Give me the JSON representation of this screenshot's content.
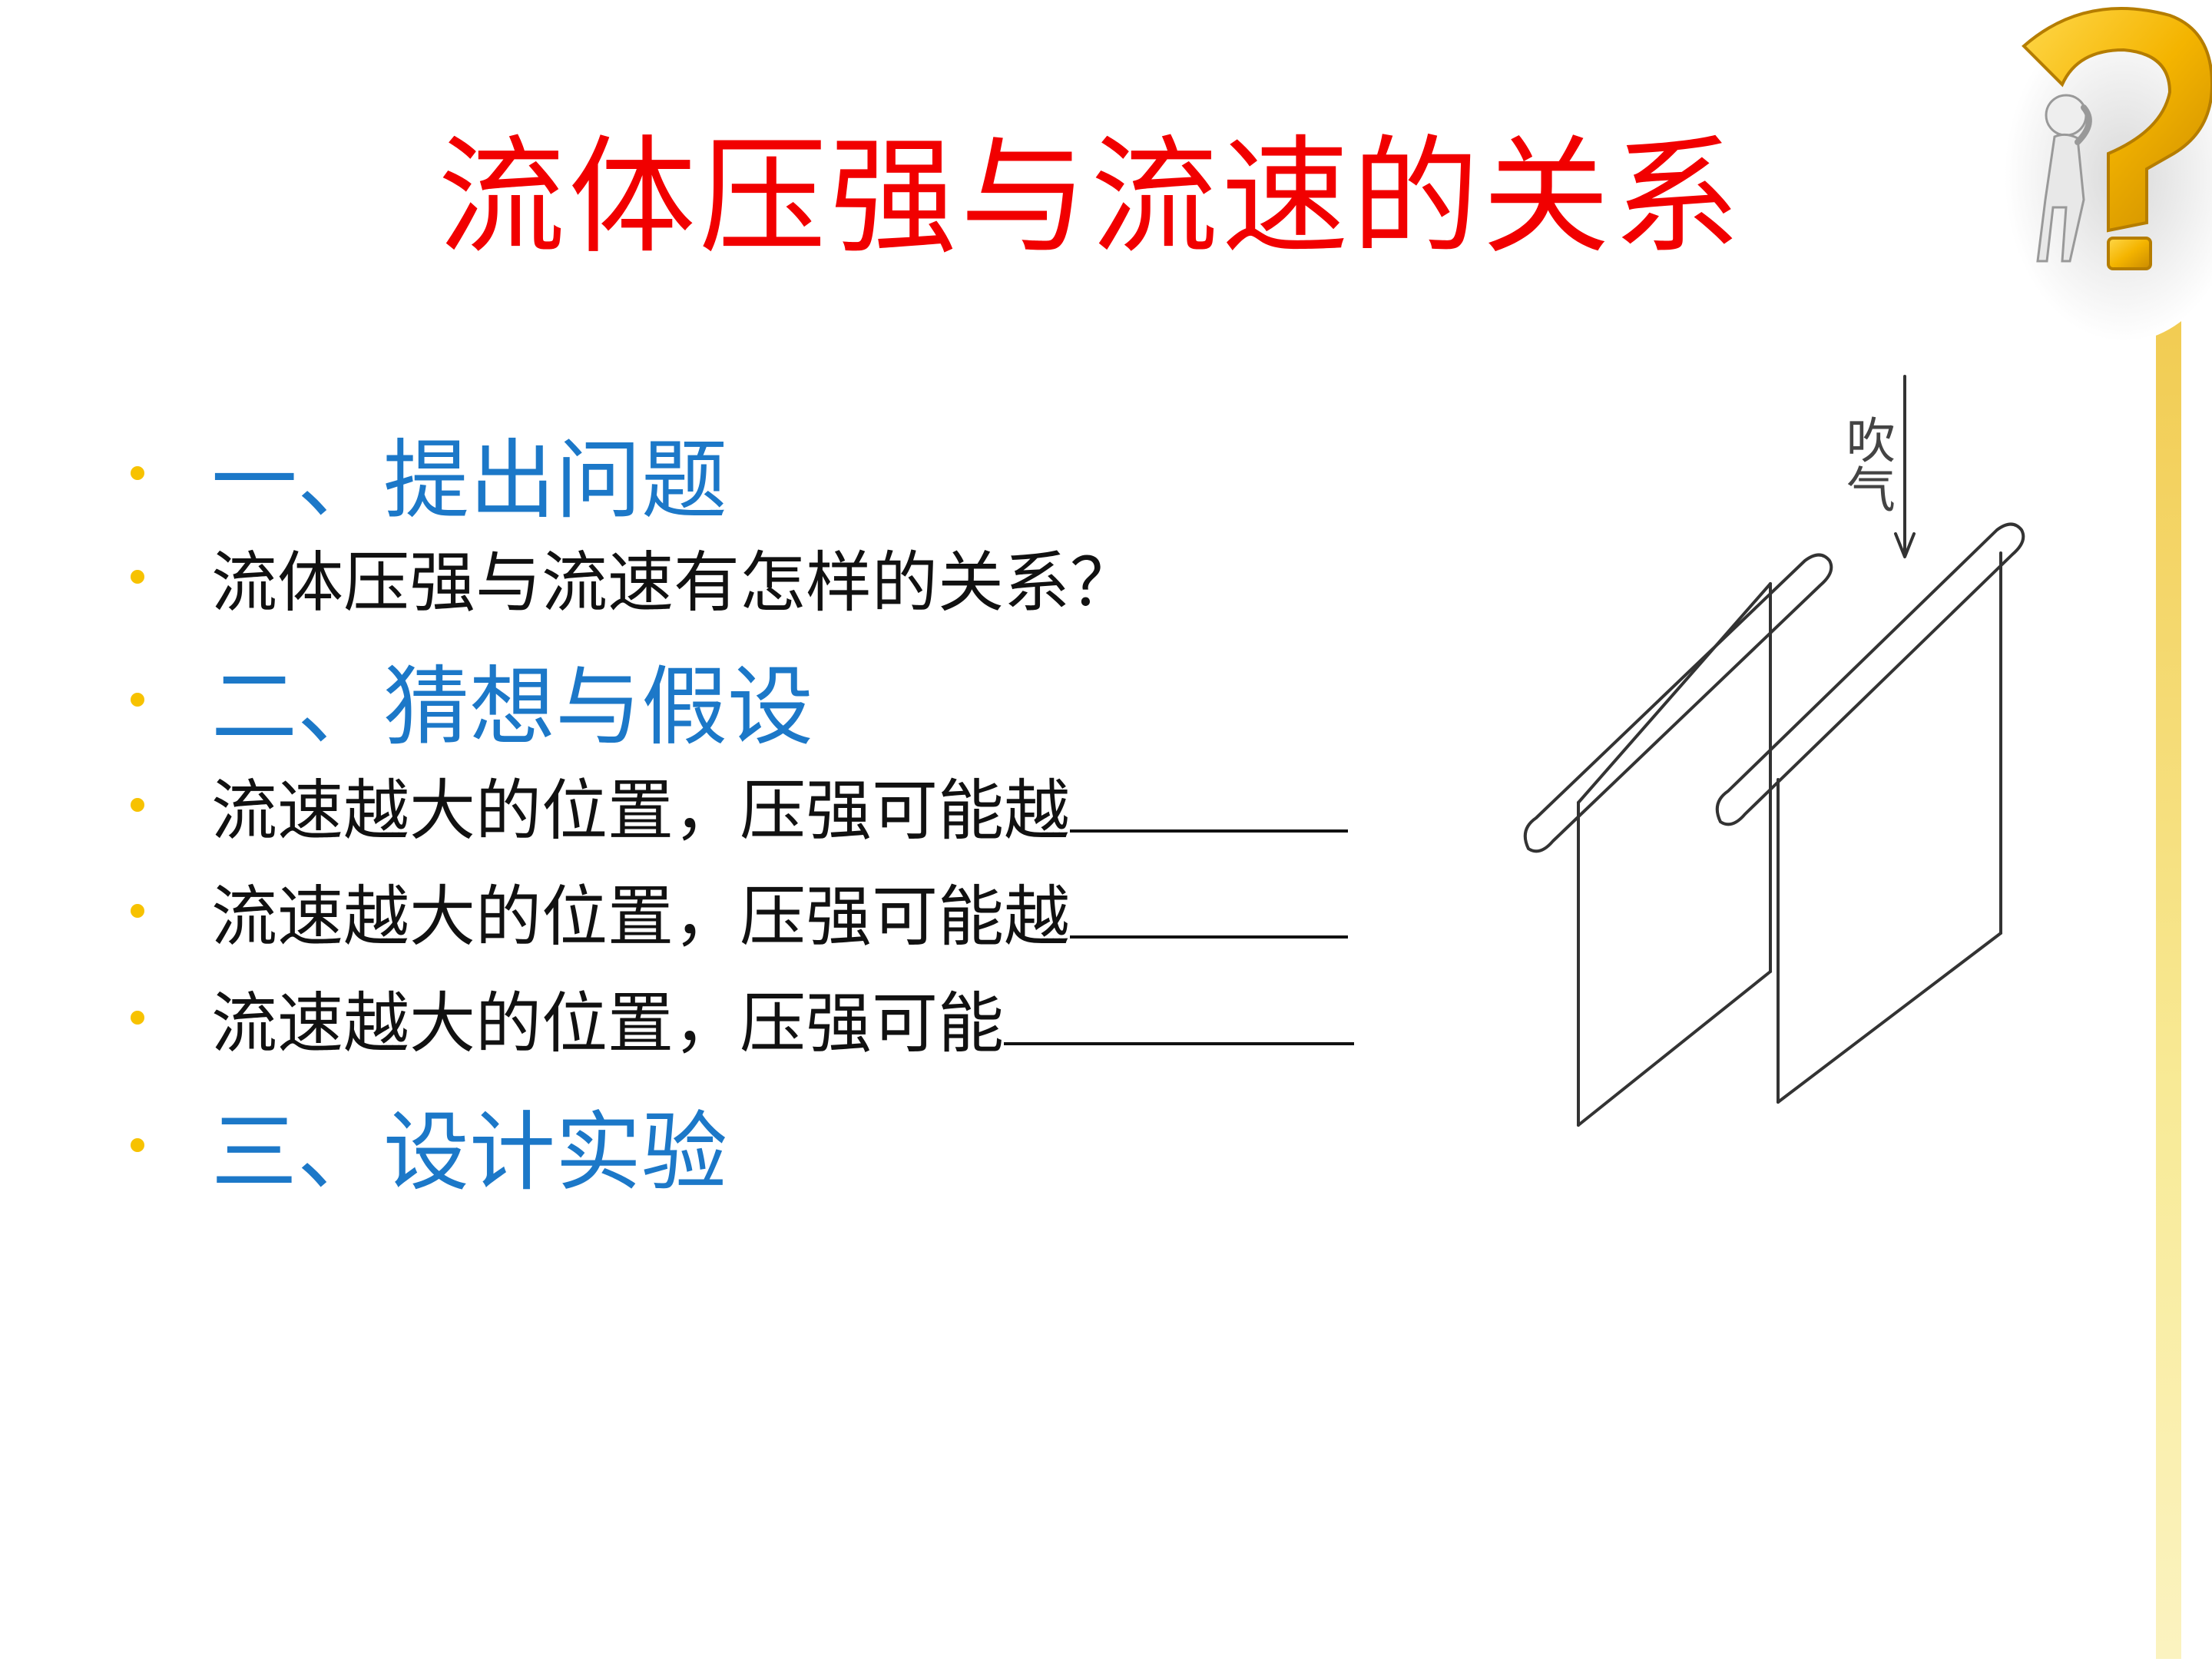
{
  "title": "流体压强与流速的关系",
  "items": [
    {
      "kind": "heading",
      "text": "一、提出问题"
    },
    {
      "kind": "body",
      "text": "流体压强与流速有怎样的关系？"
    },
    {
      "kind": "heading",
      "text": "二、猜想与假设"
    },
    {
      "kind": "body",
      "text": "流速越大的位置，压强可能越"
    },
    {
      "kind": "body",
      "text": "流速越大的位置，压强可能越"
    },
    {
      "kind": "body",
      "text": "流速越大的位置，压强可能"
    },
    {
      "kind": "heading",
      "text": "三、设计实验"
    }
  ],
  "figure": {
    "label": "吹气"
  },
  "colors": {
    "title": "#f10000",
    "heading": "#1c78c8",
    "bullet": "#f7c200",
    "accent_bar": "#f5d64a"
  },
  "icons": {
    "corner_decoration": "question-mark-figure-icon",
    "figure": "paper-strips-blowing-diagram"
  }
}
